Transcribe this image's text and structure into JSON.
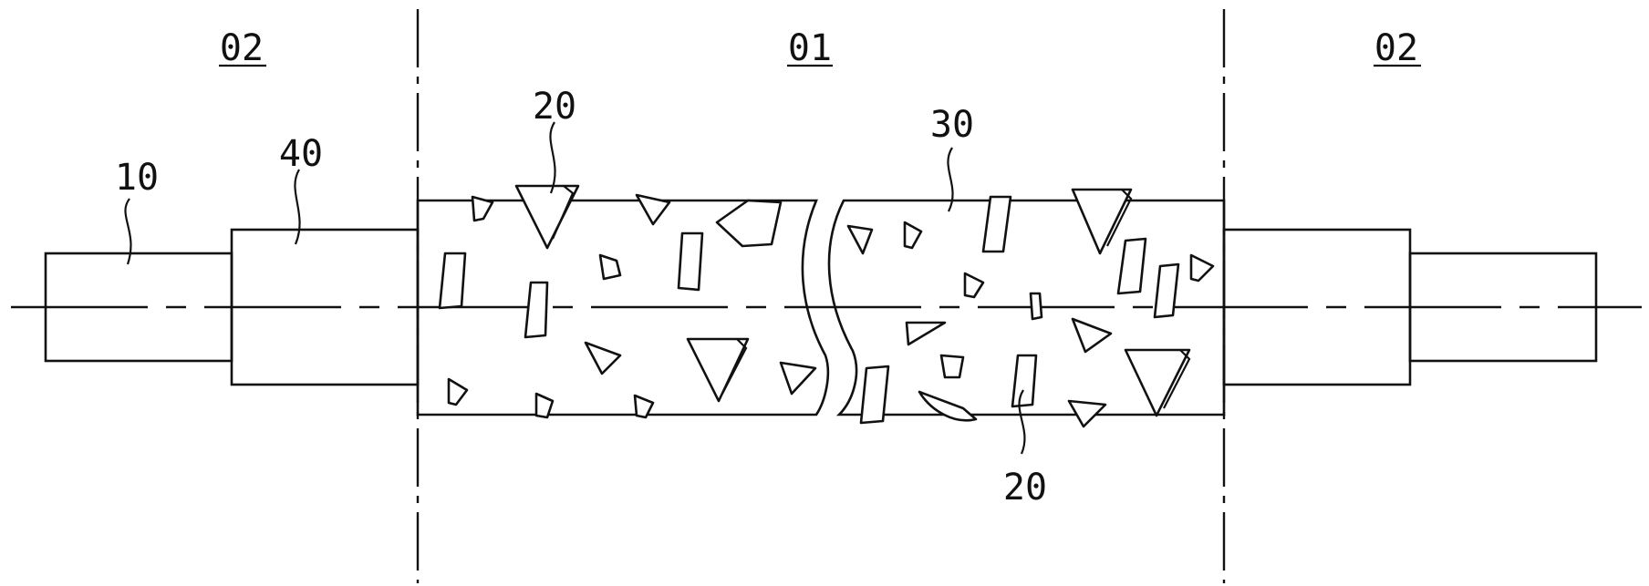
{
  "zones": {
    "left": "02",
    "center": "01",
    "right": "02"
  },
  "labels": {
    "shaft": "10",
    "hub": "40",
    "abrasive_top": "20",
    "abrasive_bottom": "20",
    "bond": "30"
  },
  "colors": {
    "line": "#111111",
    "background": "#ffffff"
  }
}
